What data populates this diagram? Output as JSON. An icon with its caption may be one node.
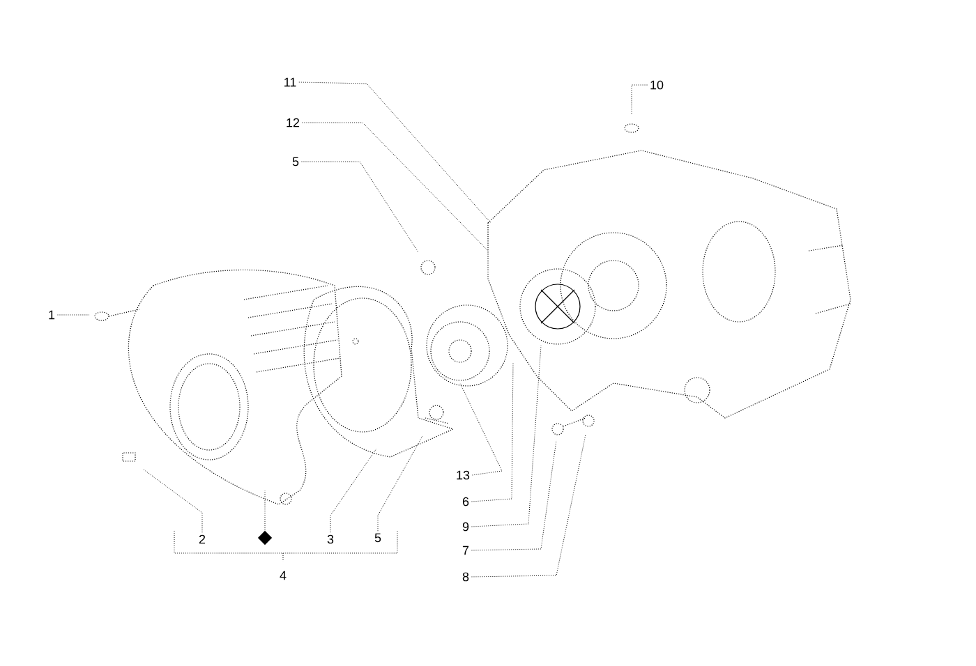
{
  "diagram": {
    "nodes": [
      {
        "text": [
          "11"
        ]
      },
      {
        "text": [
          "12"
        ]
      },
      {
        "text": [
          "5"
        ]
      },
      {
        "text": [
          "10"
        ]
      },
      {
        "text": [
          "1"
        ]
      },
      {
        "text": [
          "13"
        ]
      },
      {
        "text": [
          "6"
        ]
      },
      {
        "text": [
          "9"
        ]
      },
      {
        "text": [
          "7"
        ]
      },
      {
        "text": [
          "8"
        ]
      },
      {
        "text": [
          "2"
        ]
      },
      {
        "text": [],
        "shape": "diamond"
      },
      {
        "text": [
          "3"
        ]
      },
      {
        "text": [
          "5"
        ]
      }
    ],
    "edges": [
      {
        "from": 0,
        "to": null,
        "arrow": "none"
      },
      {
        "from": 1,
        "to": null,
        "arrow": "none"
      },
      {
        "from": 2,
        "to": null,
        "arrow": "none"
      },
      {
        "from": 3,
        "to": null,
        "arrow": "none"
      },
      {
        "from": 4,
        "to": null,
        "arrow": "none"
      },
      {
        "from": 5,
        "to": null,
        "arrow": "none"
      },
      {
        "from": 6,
        "to": null,
        "arrow": "none"
      },
      {
        "from": 7,
        "to": null,
        "arrow": "none"
      },
      {
        "from": 8,
        "to": null,
        "arrow": "none"
      },
      {
        "from": 9,
        "to": null,
        "arrow": "none"
      },
      {
        "from": 10,
        "to": null,
        "arrow": "none"
      },
      {
        "from": 11,
        "to": null,
        "arrow": "none"
      },
      {
        "from": 12,
        "to": null,
        "arrow": "none"
      },
      {
        "from": 13,
        "to": null,
        "arrow": "none"
      }
    ],
    "labels": [
      "4"
    ]
  }
}
